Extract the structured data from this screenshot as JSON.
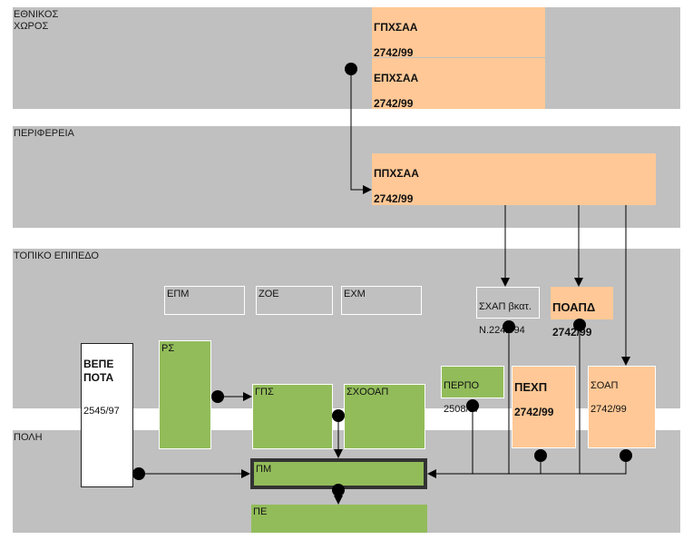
{
  "levels": {
    "national": "ΕΘΝΙΚΟΣ\nΧΩΡΟΣ",
    "regional": "ΠΕΡΙΦΕΡΕΙΑ",
    "local": "ΤΟΠΙΚΟ ΕΠΙΠΕΔΟ",
    "city": "ΠΟΛΗ"
  },
  "nodes": {
    "gpxsaa": {
      "title": "ΓΠΧΣΑΑ",
      "law": "2742/99"
    },
    "epxsaa": {
      "title": "ΕΠΧΣΑΑ",
      "law": "2742/99"
    },
    "ppxsaa": {
      "title": "ΠΠΧΣΑΑ",
      "law": "2742/99"
    },
    "epm": "ΕΠΜ",
    "zoe": "ΖΟΕ",
    "exm": "ΕΧΜ",
    "sxap": {
      "title": "ΣΧΑΠ βκατ.",
      "law": "Ν.2242/94"
    },
    "poapd": {
      "title": "ΠΟΑΠΔ",
      "law": "2742/99"
    },
    "vepe": {
      "title": "ΒΕΠΕ\nΠΟΤΑ",
      "law": "2545/97"
    },
    "rs": "ΡΣ",
    "gps": "ΓΠΣ",
    "sxooap": "ΣΧΟΟΑΠ",
    "perpo": {
      "title": "ΠΕΡΠΟ",
      "law": "2508/97"
    },
    "pexp": {
      "title": "ΠΕΧΠ",
      "law": "2742/99"
    },
    "soap": {
      "title": "ΣΟΑΠ",
      "law": "2742/99"
    },
    "pm": "ΠΜ",
    "pe": "ΠΕ"
  },
  "colors": {
    "band": "#c0c0c0",
    "orange": "#ffc896",
    "green": "#92bc5a",
    "line": "#000000"
  }
}
